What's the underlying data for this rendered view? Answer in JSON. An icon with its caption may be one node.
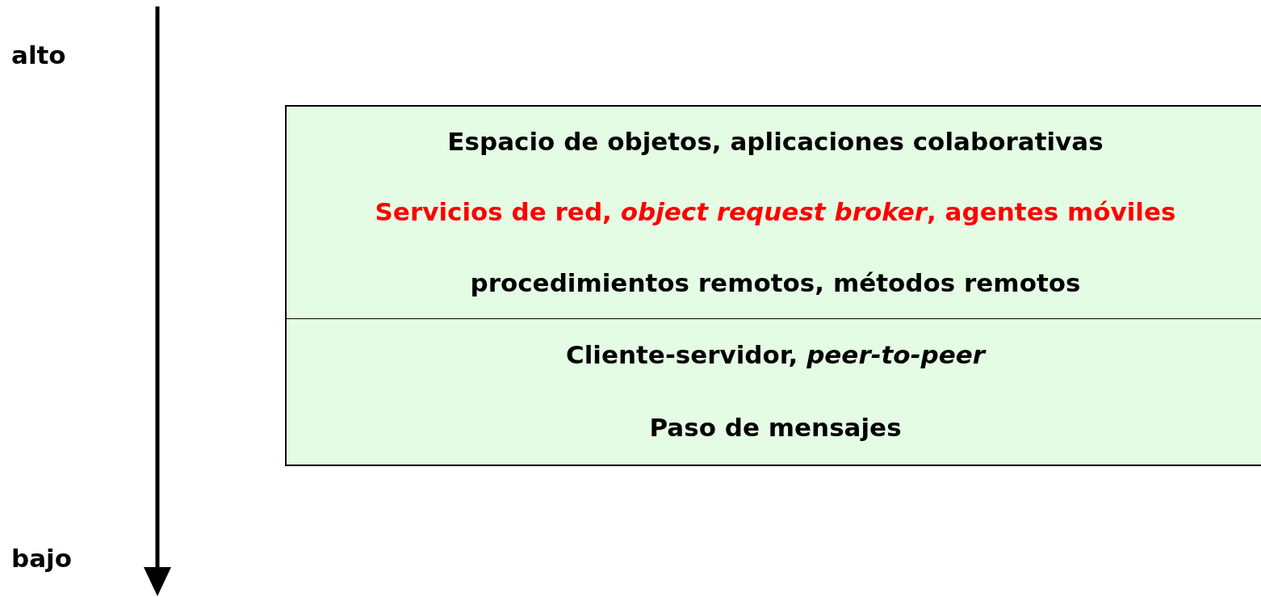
{
  "diagram": {
    "nodes": [
      {
        "text": [
          "Espacio de objetos, aplicaciones colaborativas"
        ]
      },
      {
        "text": [
          "Servicios de red, *object request broker*, agentes móviles"
        ]
      },
      {
        "text": [
          "procedimientos remotos, métodos remotos"
        ]
      },
      {
        "text": [
          "Cliente-servidor, *peer-to-peer*"
        ]
      },
      {
        "text": [
          "Paso de mensajes"
        ]
      }
    ],
    "edges": [],
    "labels": [
      "alto",
      "bajo"
    ]
  }
}
